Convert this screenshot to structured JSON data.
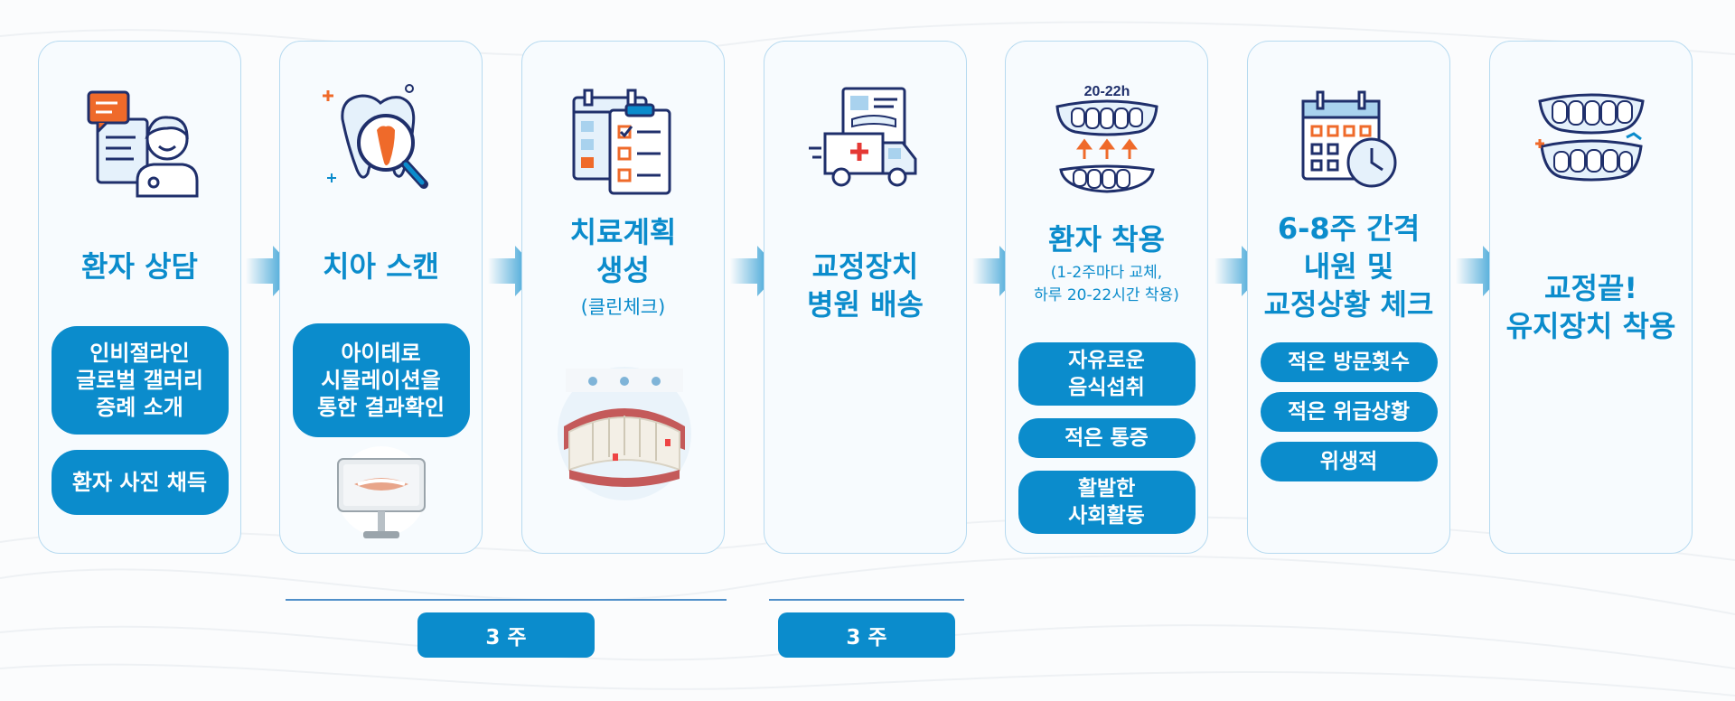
{
  "steps": [
    {
      "title": "환자 상담",
      "pills": [
        "인비절라인\n글로벌 갤러리\n증례 소개",
        "환자 사진 채득"
      ]
    },
    {
      "title": "치아 스캔",
      "pills": [
        "아이테로\n시물레이션을\n통한 결과확인"
      ]
    },
    {
      "title": "치료계획\n생성",
      "subtitle": "(클린체크)"
    },
    {
      "title": "교정장치\n병원 배송"
    },
    {
      "title": "환자 착용",
      "subtitle": "(1-2주마다 교체,\n하루 20-22시간 착용)",
      "icon_text": "20-22h",
      "pills": [
        "자유로운\n음식섭취",
        "적은 통증",
        "활발한\n사회활동"
      ]
    },
    {
      "title": "6-8주 간격\n내원 및\n교정상황 체크",
      "pills": [
        "적은 방문횟수",
        "적은 위급상황",
        "위생적"
      ]
    },
    {
      "title": "교정끝!\n유지장치 착용"
    }
  ],
  "timeline": [
    {
      "label": "3 주"
    },
    {
      "label": "3 주"
    }
  ],
  "colors": {
    "accent": "#0b8ccc",
    "navy": "#1f2f6b",
    "orange": "#ef6a2a",
    "line": "#4f8fc9"
  },
  "icons": [
    "doctor-consult-icon",
    "tooth-scan-icon",
    "treatment-plan-icon",
    "delivery-truck-icon",
    "aligner-wear-icon",
    "calendar-clock-icon",
    "retainer-teeth-icon"
  ]
}
